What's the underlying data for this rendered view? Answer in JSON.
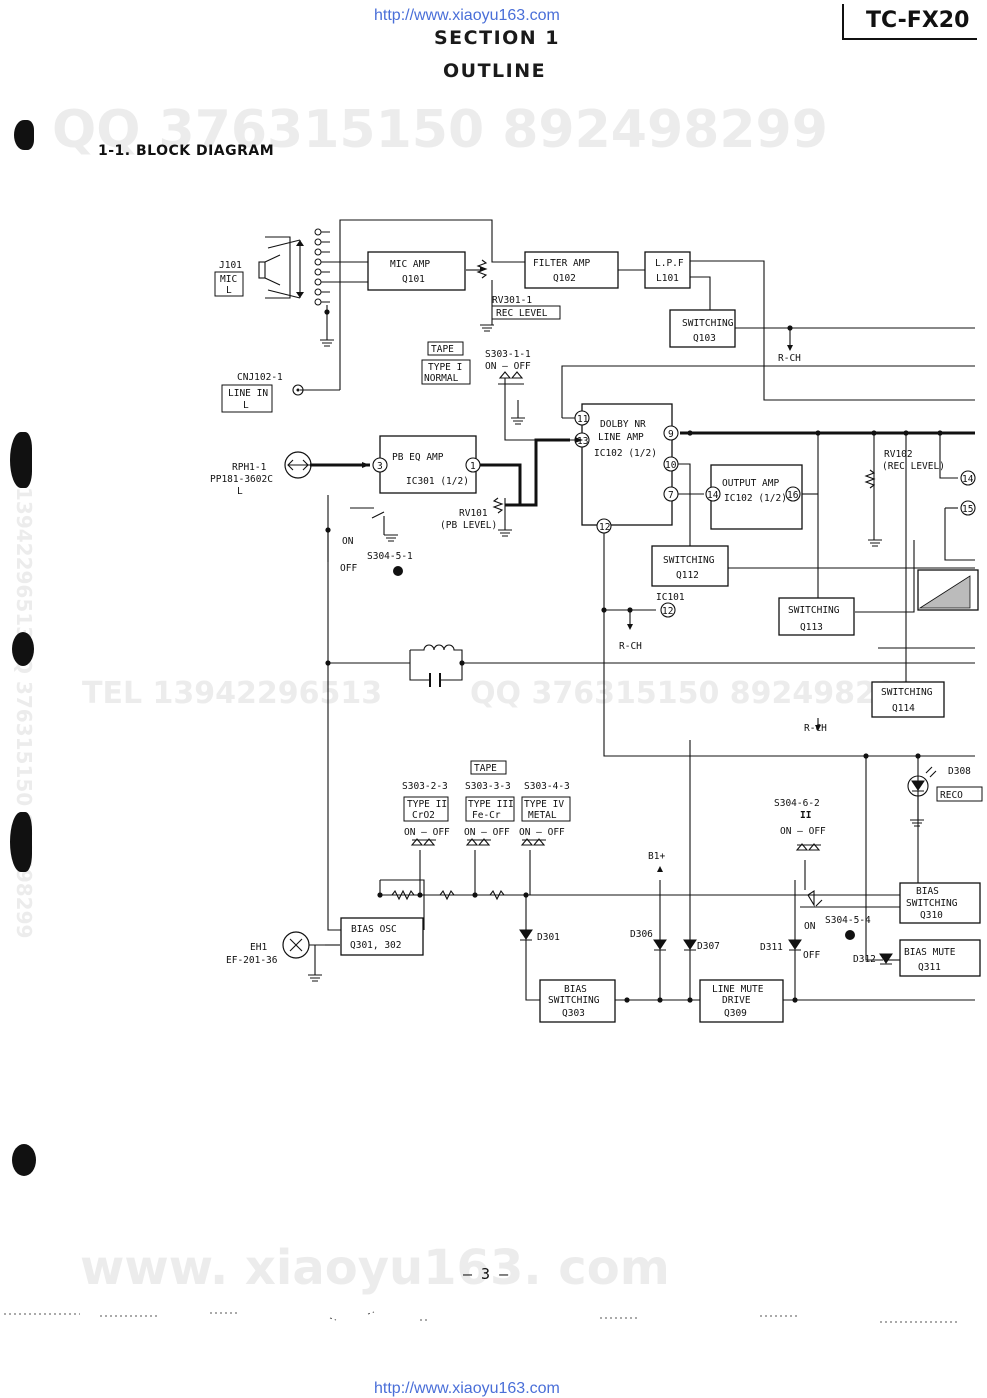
{
  "header": {
    "url_top": "http://www.xiaoyu163.com",
    "section": "SECTION 1",
    "outline": "OUTLINE",
    "model": "TC-FX20",
    "subtitle": "1-1.  BLOCK DIAGRAM"
  },
  "watermarks": {
    "qq_top": "QQ 376315150  892498299",
    "tel": "TEL  13942296513",
    "qq_mid": "QQ  376315150  892498299",
    "site": "www. xiaoyu163. com",
    "side_a": "TEL 13942296513",
    "side_b": "QQ 376315150  892498299"
  },
  "blocks": {
    "mic_amp": [
      "MIC AMP",
      "Q101"
    ],
    "filter_amp": [
      "FILTER AMP",
      "Q102"
    ],
    "lpf": [
      "L.P.F",
      "L101"
    ],
    "switching_q103": [
      "SWITCHING",
      "Q103"
    ],
    "pb_eq_amp": [
      "PB EQ AMP",
      "IC301 (1/2)"
    ],
    "dolby": [
      "DOLBY NR",
      "LINE AMP",
      "IC102 (1/2)"
    ],
    "output_amp": [
      "OUTPUT AMP",
      "IC102 (1/2)"
    ],
    "switching_q112": [
      "SWITCHING",
      "Q112"
    ],
    "switching_q113": [
      "SWITCHING",
      "Q113"
    ],
    "switching_q114": [
      "SWITCHING",
      "Q114"
    ],
    "bias_osc": [
      "BIAS OSC",
      "Q301, 302"
    ],
    "bias_switching_q303": [
      "BIAS",
      "SWITCHING",
      "Q303"
    ],
    "line_mute": [
      "LINE MUTE",
      "DRIVE",
      "Q309"
    ],
    "bias_switching_q310": [
      "BIAS",
      "SWITCHING",
      "Q310"
    ],
    "bias_mute": [
      "BIAS MUTE",
      "Q311"
    ]
  },
  "labels": {
    "j101": "J101",
    "mic_l": [
      "MIC",
      "L"
    ],
    "rv301": "RV301-1",
    "rec_level": "REC LEVEL",
    "rch_1": "R-CH",
    "tape_1": "TAPE",
    "type1": [
      "TYPE I",
      "NORMAL"
    ],
    "s303_1_1": "S303-1-1",
    "on_off_1": "ON — OFF",
    "cnj102": "CNJ102-1",
    "line_in": [
      "LINE IN",
      "L"
    ],
    "rph1": "RPH1-1",
    "pp181": "PP181-3602C",
    "l": "L",
    "rv101": "RV101",
    "pb_level": "(PB LEVEL)",
    "on": "ON",
    "off": "OFF",
    "s304_5_1": "S304-5-1",
    "rv102": "RV102",
    "rec_level_2": "(REC LEVEL)",
    "ic101": "IC101",
    "rch_2": "R-CH",
    "rch_3": "R-CH",
    "tape_2": "TAPE",
    "s303_2_3": "S303-2-3",
    "s303_3_3": "S303-3-3",
    "s303_4_3": "S303-4-3",
    "type2": [
      "TYPE II",
      "CrO2"
    ],
    "type3": [
      "TYPE III",
      "Fe-Cr"
    ],
    "type4": [
      "TYPE IV",
      "METAL"
    ],
    "on_off_2": "ON — OFF",
    "on_off_3": "ON — OFF",
    "on_off_4": "ON — OFF",
    "s304_6_2": "S304-6-2",
    "ii": "II",
    "on_off_5": "ON — OFF",
    "b1": "B1+",
    "d301": "D301",
    "d306": "D306",
    "d307": "D307",
    "d311": "D311",
    "d312": "D312",
    "d308": "D308",
    "reco": "RECO",
    "s304_5_4": "S304-5-4",
    "on_2": "ON",
    "off_2": "OFF",
    "eh1": "EH1",
    "ef201": "EF-201-36",
    "pins": [
      "11",
      "13",
      "12",
      "9",
      "10",
      "7",
      "14",
      "16",
      "3",
      "1",
      "12",
      "14",
      "15"
    ]
  },
  "footer": {
    "page": "—  3  —",
    "url_bottom": "http://www.xiaoyu163.com"
  }
}
